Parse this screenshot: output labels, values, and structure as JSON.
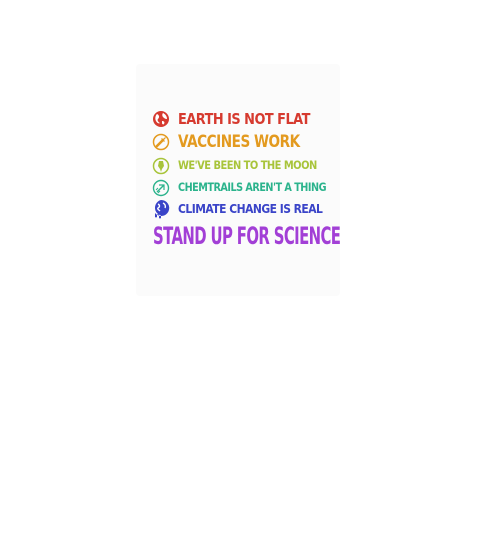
{
  "lines": [
    {
      "text": "EARTH IS NOT FLAT",
      "color": "#d63a2f",
      "icon": "globe-icon"
    },
    {
      "text": "VACCINES WORK",
      "color": "#e39a1f",
      "icon": "syringe-icon"
    },
    {
      "text": "WE'VE BEEN TO THE MOON",
      "color": "#a8c43a",
      "icon": "rocket-icon"
    },
    {
      "text": "CHEMTRAILS AREN'T A THING",
      "color": "#2bb38c",
      "icon": "airplane-icon"
    },
    {
      "text": "CLIMATE CHANGE IS REAL",
      "color": "#3a44c8",
      "icon": "melting-globe-icon"
    }
  ],
  "headline": {
    "text": "STAND UP FOR SCIENCE",
    "color": "#a23fd6"
  }
}
